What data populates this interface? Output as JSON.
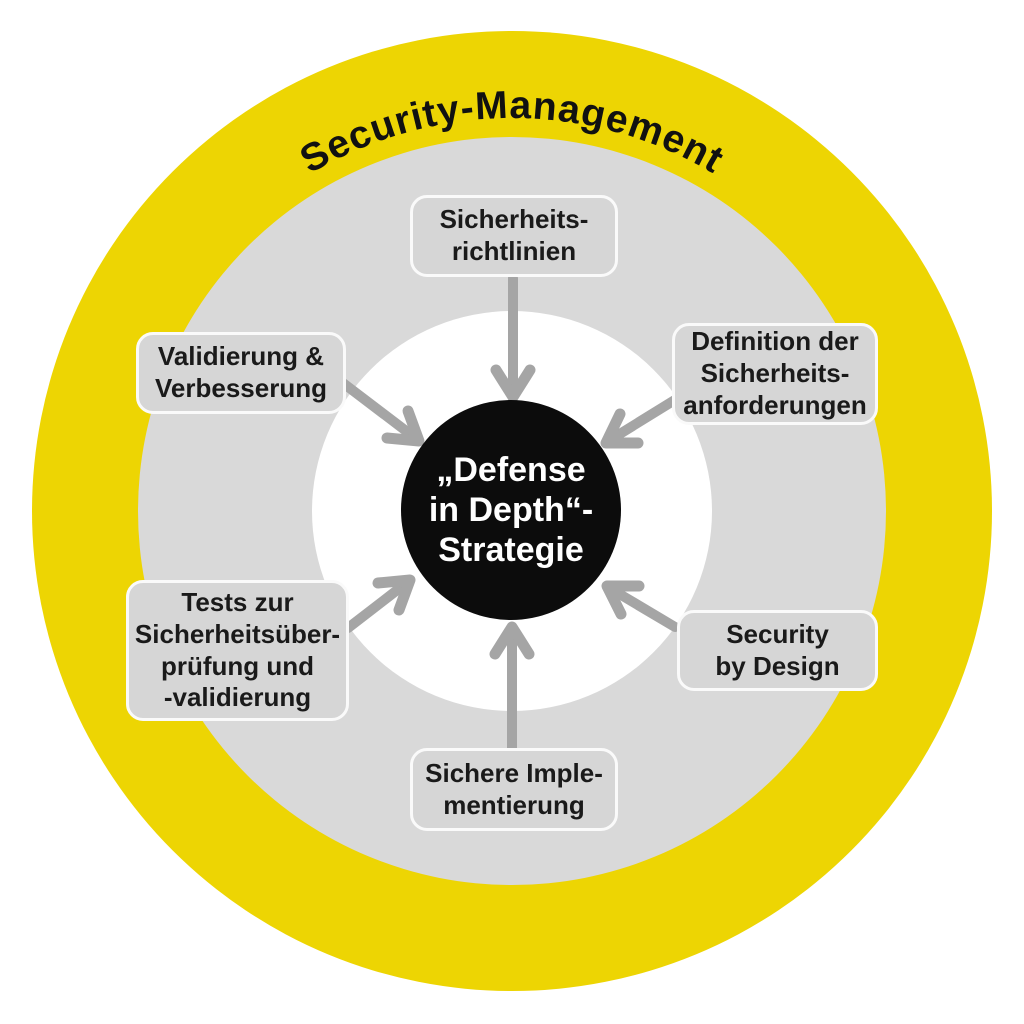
{
  "title": "Security-Management",
  "center": {
    "label": "„Defense\nin Depth“-\nStrategie"
  },
  "nodes": [
    {
      "id": "sicherheitsrichtlinien",
      "label": "Sicherheits-\nrichtlinien"
    },
    {
      "id": "definition-der-sicherheitsanforderungen",
      "label": "Definition der\nSicherheits-\nanforderungen"
    },
    {
      "id": "security-by-design",
      "label": "Security\nby Design"
    },
    {
      "id": "sichere-implementierung",
      "label": "Sichere Imple-\nmentierung"
    },
    {
      "id": "tests-zur-sicherheitsueberpruefung",
      "label": "Tests zur\nSicherheitsüber-\nprüfung und\n-validierung"
    },
    {
      "id": "validierung-verbesserung",
      "label": "Validierung &\nVerbesserung"
    }
  ],
  "diagram": {
    "type": "radial-diagram",
    "center_node": "„Defense in Depth“-Strategie",
    "outer_ring_label": "Security-Management",
    "edges": [
      {
        "from": "sicherheitsrichtlinien",
        "to": "center"
      },
      {
        "from": "definition-der-sicherheitsanforderungen",
        "to": "center"
      },
      {
        "from": "security-by-design",
        "to": "center"
      },
      {
        "from": "sichere-implementierung",
        "to": "center"
      },
      {
        "from": "tests-zur-sicherheitsueberpruefung",
        "to": "center"
      },
      {
        "from": "validierung-verbesserung",
        "to": "center"
      }
    ]
  },
  "colors": {
    "outer-ring": "#EDD503",
    "middle-ring": "#D9D9D9",
    "inner-circle": "#FFFFFF",
    "center-circle": "#0C0C0C",
    "arrow": "#A5A5A5",
    "box-fill": "#D6D6D6",
    "box-border": "#FAFAFA",
    "box-text": "#1A1A1A",
    "center-text": "#FFFFFF",
    "title-text": "#111111"
  }
}
